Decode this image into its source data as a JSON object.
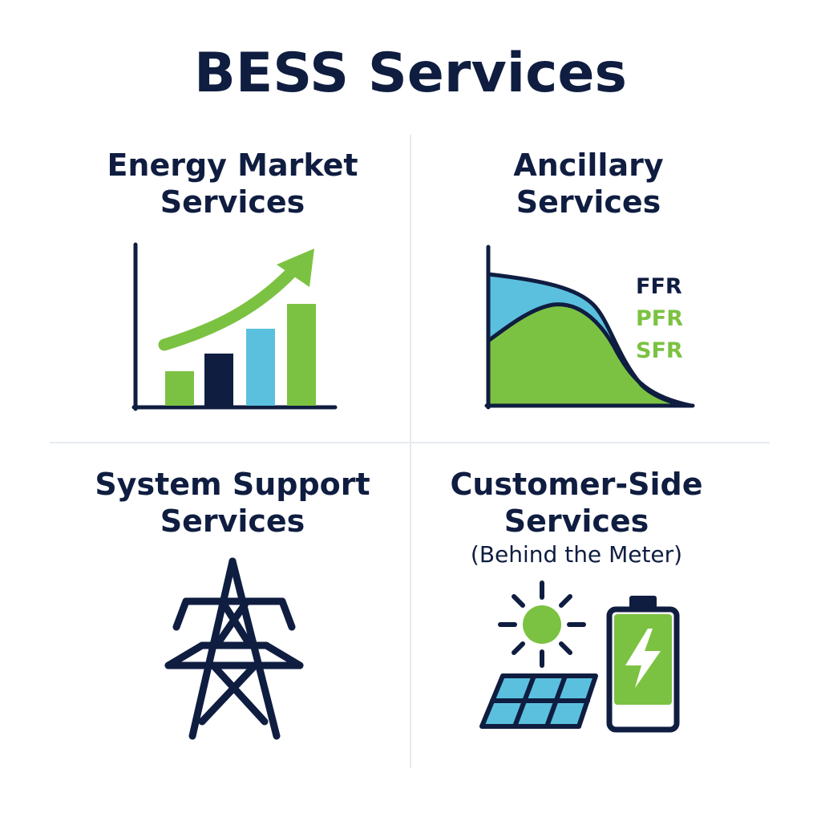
{
  "title": "BESS Services",
  "colors": {
    "navy": "#0f1d40",
    "green": "#7cc242",
    "blue": "#5bc0de",
    "divider": "#e6eaf0"
  },
  "quadrants": {
    "energy_market": {
      "line1": "Energy Market",
      "line2": "Services",
      "icon": "bar-chart-growth-icon"
    },
    "ancillary": {
      "line1": "Ancillary",
      "line2": "Services",
      "icon": "frequency-response-curve-icon",
      "legend": [
        "FFR",
        "PFR",
        "SFR"
      ]
    },
    "system_support": {
      "line1": "System Support",
      "line2": "Services",
      "icon": "transmission-tower-icon"
    },
    "customer_side": {
      "line1": "Customer-Side",
      "line2": "Services",
      "subtitle": "(Behind the Meter)",
      "icons": [
        "sun-icon",
        "solar-panel-icon",
        "battery-charging-icon"
      ]
    }
  }
}
